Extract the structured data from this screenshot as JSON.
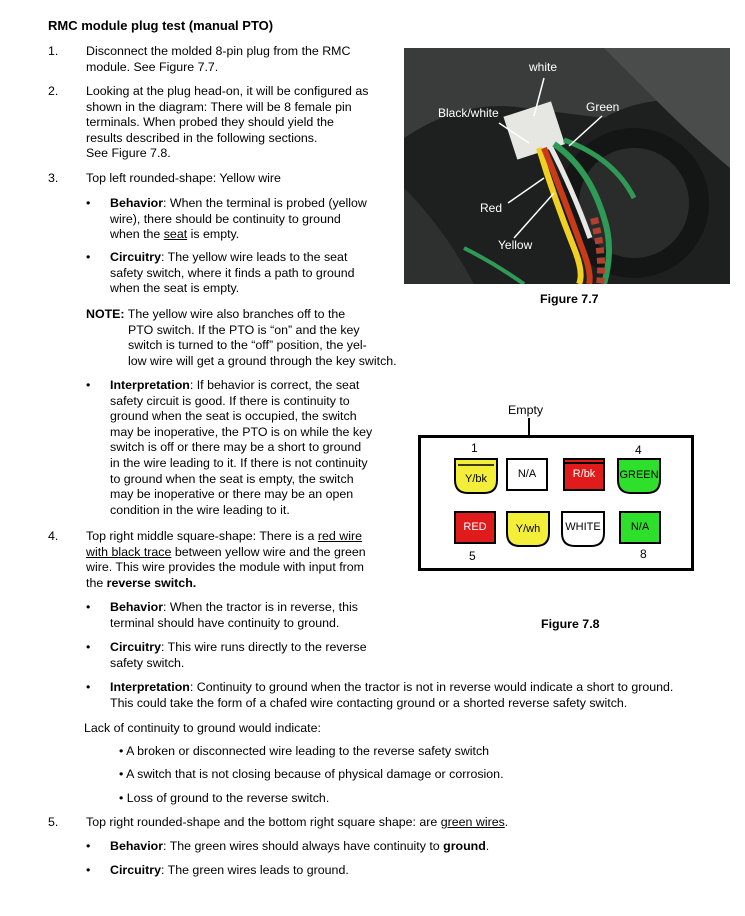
{
  "title": "RMC module plug test (manual PTO)",
  "items": [
    {
      "num": "1.",
      "lines": [
        "Disconnect the molded 8-pin plug from the RMC",
        "module. See Figure 7.7."
      ]
    },
    {
      "num": "2.",
      "lines": [
        "Looking at the plug head-on, it will be configured as",
        "shown in the diagram: There will be 8 female pin",
        "terminals. When probed they should yield the",
        "results described in the following sections.",
        "See Figure 7.8."
      ]
    },
    {
      "num": "3.",
      "lines": [
        "Top left rounded-shape: Yellow wire"
      ]
    },
    {
      "num": "4.",
      "line1_a": "Top right middle square-shape: There is a ",
      "line1_u": "red wire",
      "line2_u": "with black trace",
      "line2_b": " between yellow wire and the green",
      "line3": "wire. This wire provides the module with input from",
      "line4_a": "the ",
      "line4_b": "reverse switch."
    },
    {
      "num": "5.",
      "line_a": "Top right rounded-shape and the bottom right square shape: are ",
      "line_u": "green wires",
      "line_c": "."
    }
  ],
  "item3": {
    "behavior_label": "Behavior",
    "behavior": [
      "When the terminal is probed (yellow",
      "wire), there should be continuity to ground",
      "when the "
    ],
    "behavior_u": "seat",
    "behavior_end": " is empty.",
    "circuitry_label": "Circuitry",
    "circuitry": [
      ": The yellow wire leads to the seat",
      "safety switch, where it finds a path to ground",
      "when the seat is empty."
    ],
    "note_label": "NOTE:",
    "note": [
      " The yellow wire also branches off to the",
      "PTO switch. If the PTO is “on” and the key",
      "switch is turned to the “off” position, the yel-",
      "low wire will get a ground through the key switch."
    ],
    "interp_label": "Interpretation",
    "interp": [
      ": If behavior is correct, the seat",
      "safety circuit is good. If there is continuity to",
      "ground when the seat is occupied, the switch",
      "may be inoperative, the PTO is on while the key",
      "switch is off or there may be a short to ground",
      "in the wire leading to it. If there is not continuity",
      "to ground when the seat is empty, the switch",
      "may be inoperative or there may be an open",
      "condition in the wire leading to it."
    ]
  },
  "item4": {
    "behavior_label": "Behavior",
    "behavior": [
      ": When the tractor is in reverse, this",
      "terminal should have continuity to ground."
    ],
    "circuitry_label": "Circuitry",
    "circuitry": [
      ": This wire runs directly to the reverse",
      "safety switch."
    ],
    "interp_label": "Interpretation",
    "interp": [
      ": Continuity to ground when the tractor is not in reverse would indicate a short to ground.",
      "This could take the form of a chafed wire contacting ground or a shorted reverse safety switch."
    ],
    "lack": "Lack of continuity to ground would indicate:",
    "lack_items": [
      "• A broken or disconnected wire leading to the reverse safety switch",
      "• A switch that is not closing because of physical damage or corrosion.",
      "• Loss of ground to the reverse switch."
    ]
  },
  "item5": {
    "behavior_label": "Behavior",
    "behavior_a": ": The green wires should always have continuity to ",
    "behavior_b": "ground",
    "behavior_c": ".",
    "circuitry_label": "Circuitry",
    "circuitry": ": The green wires leads to ground."
  },
  "bullet": "•",
  "figure77": {
    "caption": "Figure 7.7",
    "labels": {
      "white": "white",
      "green": "Green",
      "black_white": "Black/white",
      "red": "Red",
      "yellow": "Yellow"
    }
  },
  "figure78": {
    "caption": "Figure 7.8",
    "empty_label": "Empty",
    "pin_numbers": {
      "p1": "1",
      "p4": "4",
      "p5": "5",
      "p8": "8"
    },
    "terminals": {
      "t1": "Y/bk",
      "t2": "N/A",
      "t3": "R/bk",
      "t4": "GREEN",
      "t5": "RED",
      "t6": "Y/wh",
      "t7": "WHITE",
      "t8": "N/A"
    },
    "colors": {
      "yellow": "#f3ee39",
      "red": "#e01b1b",
      "green": "#2ee02b",
      "white": "#ffffff"
    }
  }
}
